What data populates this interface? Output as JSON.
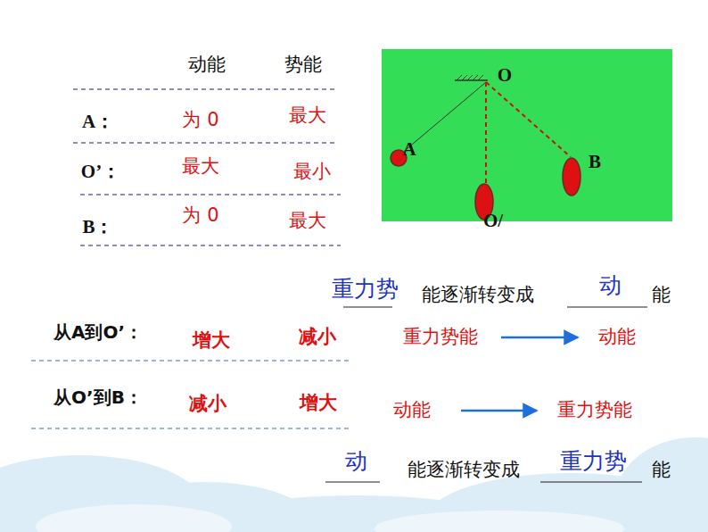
{
  "diagram": {
    "labels": [
      "动能",
      "势能",
      "A：",
      "为 0",
      "最大",
      "O’：",
      "最大",
      "最小",
      "B：",
      "为 0",
      "最大",
      "O",
      "A",
      "B",
      "O/",
      "重力势",
      "能逐渐转变成",
      "动",
      "能",
      "从A到O’：",
      "增大",
      "减小",
      "重力势能",
      "动能",
      "从O’到B：",
      "减小",
      "增大",
      "动能",
      "重力势能",
      "动",
      "能逐渐转变成",
      "重力势",
      "能"
    ]
  }
}
